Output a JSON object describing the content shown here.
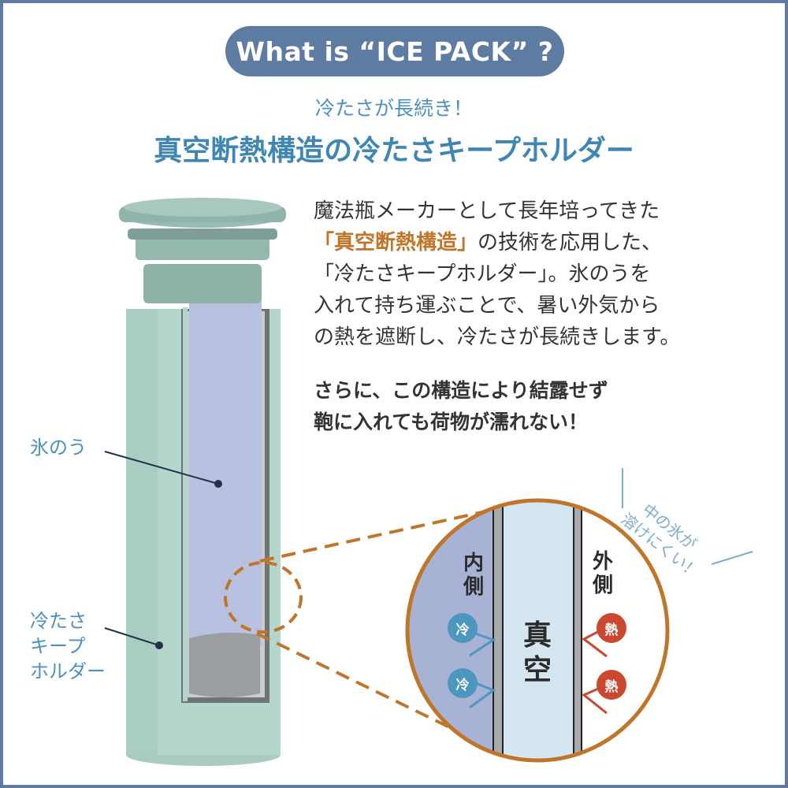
{
  "title_pill": "What is “ICE PACK” ?",
  "subtitle": "冷たさが長続き！",
  "heading": "真空断熱構造の冷たさキープホルダー",
  "description": {
    "line1": "魔法瓶メーカーとして長年培ってきた",
    "line2_highlight": "「真空断熱構造」",
    "line2_rest": "の技術を応用した、",
    "line3": "「冷たさキープホルダー」。氷のうを",
    "line4": "入れて持ち運ぶことで、暑い外気から",
    "line5": "の熱を遮断し、冷たさが長続きします。"
  },
  "emphasis": {
    "line1": "さらに、この構造により結露せず",
    "line2": "鞄に入れても荷物が濡れない！"
  },
  "labels": {
    "ice_bag": "氷のう",
    "holder_line1": "冷たさ",
    "holder_line2": "キープ",
    "holder_line3": "ホルダー"
  },
  "diagram": {
    "inner": "内側",
    "vacuum": "真空",
    "outer": "外側",
    "cold": "冷",
    "heat": "熱",
    "callout_line1": "中の氷が",
    "callout_line2": "溶けにくい！"
  },
  "colors": {
    "frame": "#5f7aa0",
    "accent_blue": "#4a92bd",
    "orange": "#c0762a",
    "heat": "#c9482f",
    "cold": "#4c97bf"
  }
}
